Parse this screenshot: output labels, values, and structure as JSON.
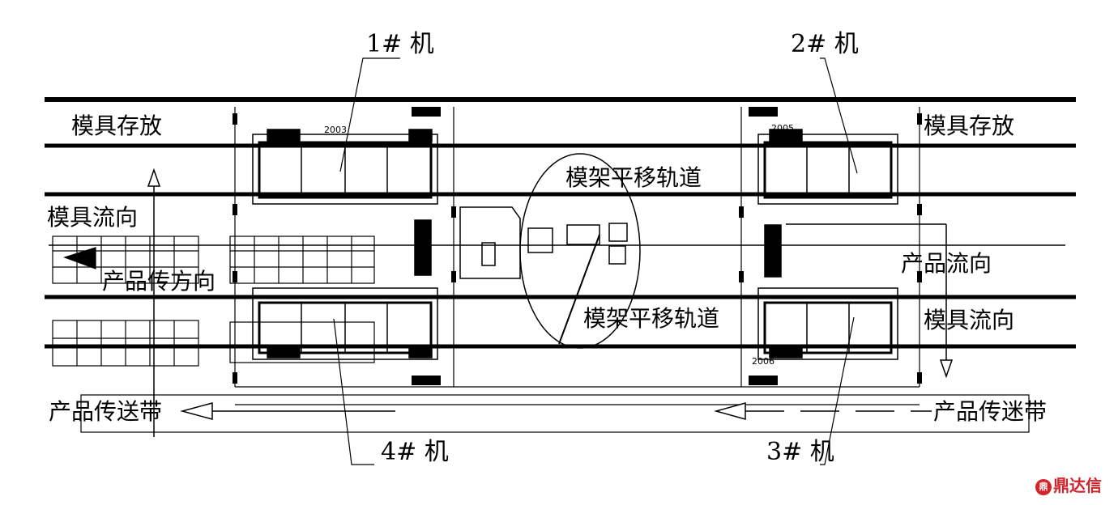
{
  "machines": {
    "m1": "1# 机",
    "m2": "2# 机",
    "m3": "3# 机",
    "m4": "4# 机"
  },
  "labels": {
    "mold_storage_left": "模具存放",
    "mold_storage_right": "模具存放",
    "mold_flow_left": "模具流向",
    "mold_flow_right": "模具流向",
    "frame_track_top": "模架平移轨道",
    "frame_track_bottom": "模架平移轨道",
    "product_flow": "产品流向",
    "product_transfer_dir": "产品传方向",
    "conveyor_left": "产品传送带",
    "conveyor_right": "产品传迷带"
  },
  "small_text": {
    "num_2003": "2003",
    "num_2005": "2005",
    "num_2006": "2006"
  },
  "watermark": {
    "logo": "鼎",
    "text": "鼎达信",
    "color": "#d2232a"
  }
}
